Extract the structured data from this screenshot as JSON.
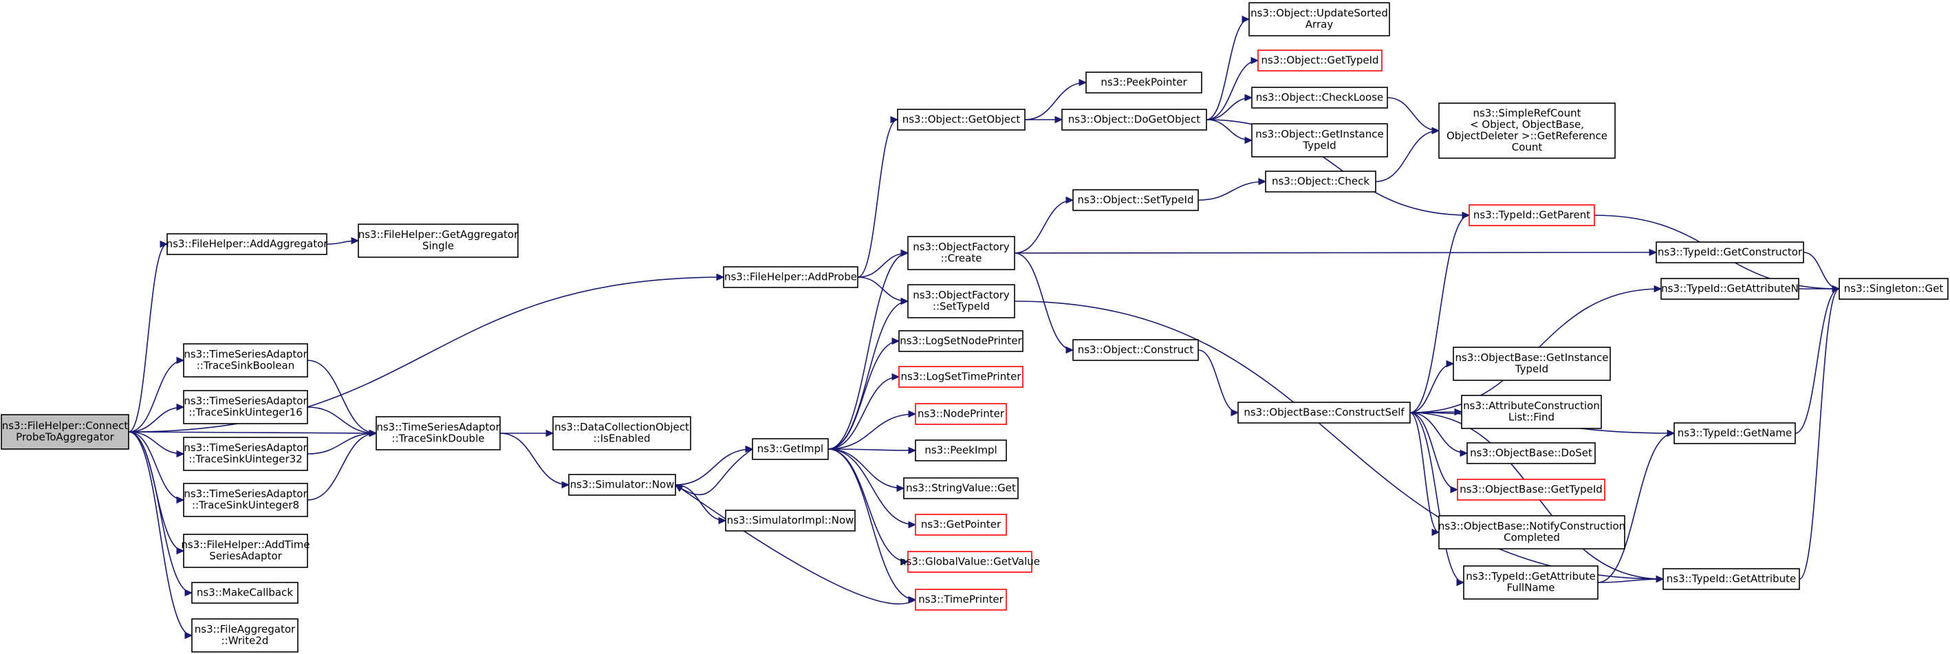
{
  "colors": {
    "edge": "#191970",
    "root_fill": "#bfbfbf",
    "node_border": "#000000",
    "undocumented_border": "#ff0000"
  },
  "nodes": [
    {
      "id": "n0",
      "lines": [
        "ns3::FileHelper::Connect",
        "ProbeToAggregator"
      ],
      "style": "root"
    },
    {
      "id": "n1",
      "lines": [
        "ns3::FileHelper::AddAggregator"
      ]
    },
    {
      "id": "n2",
      "lines": [
        "ns3::FileHelper::GetAggregator",
        "Single"
      ]
    },
    {
      "id": "n3",
      "lines": [
        "ns3::FileHelper::AddProbe"
      ]
    },
    {
      "id": "n4",
      "lines": [
        "ns3::Object::GetObject"
      ]
    },
    {
      "id": "n5",
      "lines": [
        "ns3::PeekPointer"
      ]
    },
    {
      "id": "n6",
      "lines": [
        "ns3::Object::DoGetObject"
      ]
    },
    {
      "id": "n7",
      "lines": [
        "ns3::Object::UpdateSorted",
        "Array"
      ]
    },
    {
      "id": "n8",
      "lines": [
        "ns3::Object::GetTypeId"
      ],
      "style": "red"
    },
    {
      "id": "n9",
      "lines": [
        "ns3::Object::CheckLoose"
      ]
    },
    {
      "id": "n10",
      "lines": [
        "ns3::Object::GetInstance",
        "TypeId"
      ]
    },
    {
      "id": "n11",
      "lines": [
        "ns3::SimpleRefCount",
        "< Object, ObjectBase,",
        "ObjectDeleter >::GetReference",
        "Count"
      ]
    },
    {
      "id": "n12",
      "lines": [
        "ns3::Object::Check"
      ]
    },
    {
      "id": "n13",
      "lines": [
        "ns3::Object::SetTypeId"
      ]
    },
    {
      "id": "n14",
      "lines": [
        "ns3::TypeId::GetParent"
      ],
      "style": "red"
    },
    {
      "id": "n15",
      "lines": [
        "ns3::ObjectFactory",
        "::Create"
      ]
    },
    {
      "id": "n16",
      "lines": [
        "ns3::TypeId::GetConstructor"
      ]
    },
    {
      "id": "n17",
      "lines": [
        "ns3::Singleton::Get"
      ]
    },
    {
      "id": "n18",
      "lines": [
        "ns3::ObjectFactory",
        "::SetTypeId"
      ]
    },
    {
      "id": "n19",
      "lines": [
        "ns3::TypeId::GetAttributeN"
      ]
    },
    {
      "id": "n20",
      "lines": [
        "ns3::LogSetNodePrinter"
      ]
    },
    {
      "id": "n21",
      "lines": [
        "ns3::LogSetTimePrinter"
      ],
      "style": "red"
    },
    {
      "id": "n22",
      "lines": [
        "ns3::Object::Construct"
      ]
    },
    {
      "id": "n23",
      "lines": [
        "ns3::ObjectBase::GetInstance",
        "TypeId"
      ]
    },
    {
      "id": "n24",
      "lines": [
        "ns3::NodePrinter"
      ],
      "style": "red"
    },
    {
      "id": "n25",
      "lines": [
        "ns3::AttributeConstruction",
        "List::Find"
      ]
    },
    {
      "id": "n26",
      "lines": [
        "ns3::ObjectBase::ConstructSelf"
      ]
    },
    {
      "id": "n27",
      "lines": [
        "ns3::TypeId::GetName"
      ]
    },
    {
      "id": "n28",
      "lines": [
        "ns3::TimeSeriesAdaptor",
        "::TraceSinkBoolean"
      ]
    },
    {
      "id": "n29",
      "lines": [
        "ns3::TimeSeriesAdaptor",
        "::TraceSinkUinteger16"
      ]
    },
    {
      "id": "n30",
      "lines": [
        "ns3::TimeSeriesAdaptor",
        "::TraceSinkDouble"
      ]
    },
    {
      "id": "n31",
      "lines": [
        "ns3::DataCollectionObject",
        "::IsEnabled"
      ]
    },
    {
      "id": "n32",
      "lines": [
        "ns3::GetImpl"
      ]
    },
    {
      "id": "n33",
      "lines": [
        "ns3::PeekImpl"
      ]
    },
    {
      "id": "n34",
      "lines": [
        "ns3::ObjectBase::DoSet"
      ]
    },
    {
      "id": "n35",
      "lines": [
        "ns3::TimeSeriesAdaptor",
        "::TraceSinkUinteger32"
      ]
    },
    {
      "id": "n36",
      "lines": [
        "ns3::Simulator::Now"
      ]
    },
    {
      "id": "n37",
      "lines": [
        "ns3::StringValue::Get"
      ]
    },
    {
      "id": "n38",
      "lines": [
        "ns3::ObjectBase::GetTypeId"
      ],
      "style": "red"
    },
    {
      "id": "n39",
      "lines": [
        "ns3::TimeSeriesAdaptor",
        "::TraceSinkUinteger8"
      ]
    },
    {
      "id": "n40",
      "lines": [
        "ns3::SimulatorImpl::Now"
      ]
    },
    {
      "id": "n41",
      "lines": [
        "ns3::GetPointer"
      ],
      "style": "red"
    },
    {
      "id": "n42",
      "lines": [
        "ns3::ObjectBase::NotifyConstruction",
        "Completed"
      ]
    },
    {
      "id": "n43",
      "lines": [
        "ns3::FileHelper::AddTime",
        "SeriesAdaptor"
      ]
    },
    {
      "id": "n44",
      "lines": [
        "ns3::GlobalValue::GetValue"
      ],
      "style": "red"
    },
    {
      "id": "n45",
      "lines": [
        "ns3::TypeId::GetAttribute",
        "FullName"
      ]
    },
    {
      "id": "n46",
      "lines": [
        "ns3::TypeId::GetAttribute"
      ]
    },
    {
      "id": "n47",
      "lines": [
        "ns3::MakeCallback"
      ]
    },
    {
      "id": "n48",
      "lines": [
        "ns3::TimePrinter"
      ],
      "style": "red"
    },
    {
      "id": "n49",
      "lines": [
        "ns3::FileAggregator",
        "::Write2d"
      ]
    }
  ],
  "edges": [
    [
      "n0",
      "n1"
    ],
    [
      "n0",
      "n3"
    ],
    [
      "n0",
      "n30"
    ],
    [
      "n0",
      "n28"
    ],
    [
      "n0",
      "n29"
    ],
    [
      "n0",
      "n35"
    ],
    [
      "n0",
      "n39"
    ],
    [
      "n0",
      "n43"
    ],
    [
      "n0",
      "n47"
    ],
    [
      "n0",
      "n49"
    ],
    [
      "n1",
      "n2"
    ],
    [
      "n3",
      "n4"
    ],
    [
      "n3",
      "n15"
    ],
    [
      "n3",
      "n18"
    ],
    [
      "n4",
      "n5"
    ],
    [
      "n4",
      "n6"
    ],
    [
      "n6",
      "n7"
    ],
    [
      "n6",
      "n8"
    ],
    [
      "n6",
      "n9"
    ],
    [
      "n6",
      "n10"
    ],
    [
      "n6",
      "n14"
    ],
    [
      "n9",
      "n11"
    ],
    [
      "n12",
      "n11"
    ],
    [
      "n13",
      "n12"
    ],
    [
      "n15",
      "n13"
    ],
    [
      "n15",
      "n16"
    ],
    [
      "n15",
      "n22"
    ],
    [
      "n16",
      "n17"
    ],
    [
      "n19",
      "n17"
    ],
    [
      "n27",
      "n17"
    ],
    [
      "n14",
      "n17"
    ],
    [
      "n46",
      "n17"
    ],
    [
      "n18",
      "n46"
    ],
    [
      "n22",
      "n26"
    ],
    [
      "n26",
      "n14"
    ],
    [
      "n26",
      "n19"
    ],
    [
      "n26",
      "n27"
    ],
    [
      "n26",
      "n23"
    ],
    [
      "n26",
      "n25"
    ],
    [
      "n26",
      "n34"
    ],
    [
      "n26",
      "n38"
    ],
    [
      "n26",
      "n42"
    ],
    [
      "n26",
      "n45"
    ],
    [
      "n26",
      "n46"
    ],
    [
      "n45",
      "n27"
    ],
    [
      "n45",
      "n46"
    ],
    [
      "n28",
      "n30"
    ],
    [
      "n29",
      "n30"
    ],
    [
      "n35",
      "n30"
    ],
    [
      "n39",
      "n30"
    ],
    [
      "n30",
      "n31"
    ],
    [
      "n30",
      "n36"
    ],
    [
      "n36",
      "n32"
    ],
    [
      "n36",
      "n40"
    ],
    [
      "n32",
      "n15"
    ],
    [
      "n32",
      "n18"
    ],
    [
      "n32",
      "n20"
    ],
    [
      "n32",
      "n21"
    ],
    [
      "n32",
      "n24"
    ],
    [
      "n32",
      "n33"
    ],
    [
      "n32",
      "n37"
    ],
    [
      "n32",
      "n41"
    ],
    [
      "n32",
      "n44"
    ],
    [
      "n32",
      "n48"
    ],
    [
      "n32",
      "n36"
    ],
    [
      "n48",
      "n36"
    ]
  ]
}
